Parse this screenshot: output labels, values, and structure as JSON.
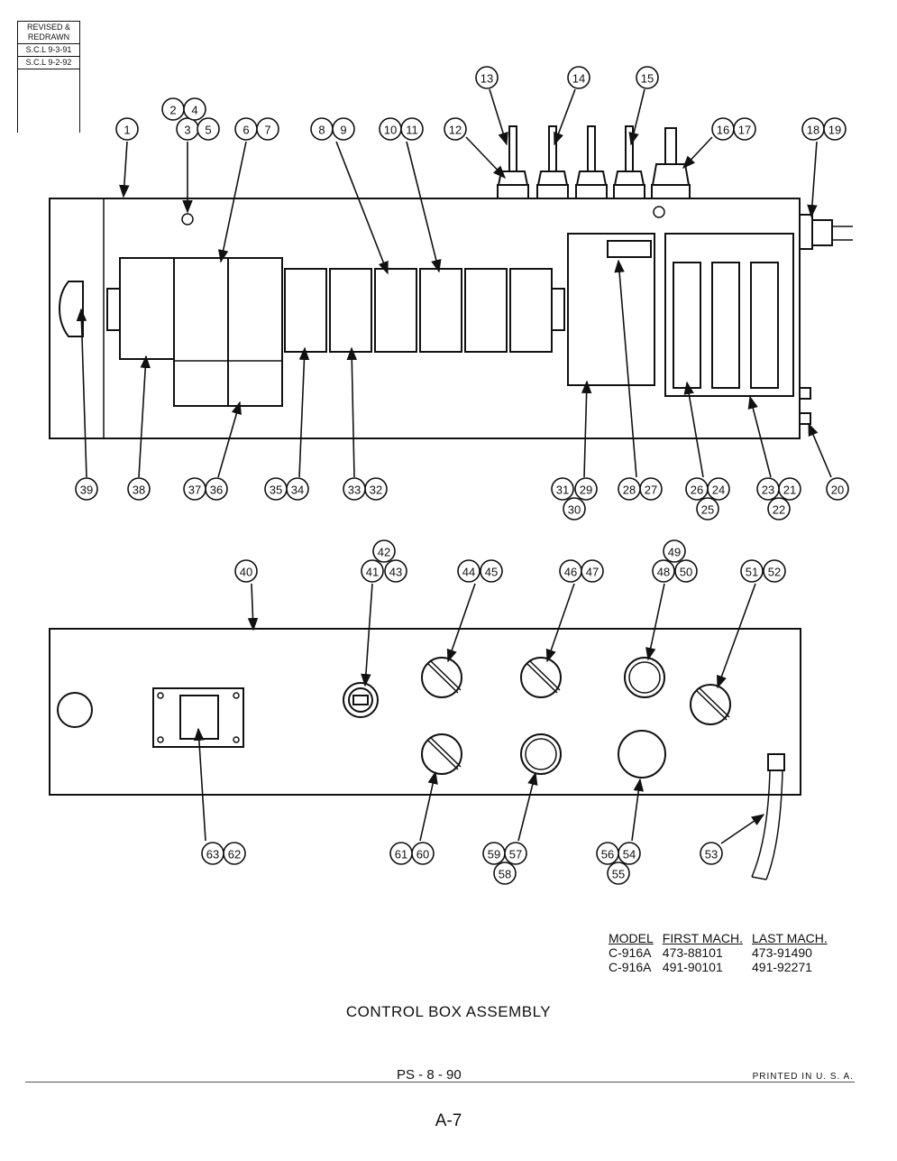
{
  "revision": {
    "heading": "REVISED & REDRAWN",
    "entries": [
      "S.C.L 9-3-91",
      "S.C.L 9-2-92"
    ]
  },
  "callouts": [
    {
      "id": "c1",
      "label": "1"
    },
    {
      "id": "c2",
      "label": "2"
    },
    {
      "id": "c3",
      "label": "3"
    },
    {
      "id": "c4",
      "label": "4"
    },
    {
      "id": "c5",
      "label": "5"
    },
    {
      "id": "c6",
      "label": "6"
    },
    {
      "id": "c7",
      "label": "7"
    },
    {
      "id": "c8",
      "label": "8"
    },
    {
      "id": "c9",
      "label": "9"
    },
    {
      "id": "c10",
      "label": "10"
    },
    {
      "id": "c11",
      "label": "11"
    },
    {
      "id": "c12",
      "label": "12"
    },
    {
      "id": "c13",
      "label": "13"
    },
    {
      "id": "c14",
      "label": "14"
    },
    {
      "id": "c15",
      "label": "15"
    },
    {
      "id": "c16",
      "label": "16"
    },
    {
      "id": "c17",
      "label": "17"
    },
    {
      "id": "c18",
      "label": "18"
    },
    {
      "id": "c19",
      "label": "19"
    },
    {
      "id": "c20",
      "label": "20"
    },
    {
      "id": "c21",
      "label": "21"
    },
    {
      "id": "c22",
      "label": "22"
    },
    {
      "id": "c23",
      "label": "23"
    },
    {
      "id": "c24",
      "label": "24"
    },
    {
      "id": "c25",
      "label": "25"
    },
    {
      "id": "c26",
      "label": "26"
    },
    {
      "id": "c27",
      "label": "27"
    },
    {
      "id": "c28",
      "label": "28"
    },
    {
      "id": "c29",
      "label": "29"
    },
    {
      "id": "c30",
      "label": "30"
    },
    {
      "id": "c31",
      "label": "31"
    },
    {
      "id": "c32",
      "label": "32"
    },
    {
      "id": "c33",
      "label": "33"
    },
    {
      "id": "c34",
      "label": "34"
    },
    {
      "id": "c35",
      "label": "35"
    },
    {
      "id": "c36",
      "label": "36"
    },
    {
      "id": "c37",
      "label": "37"
    },
    {
      "id": "c38",
      "label": "38"
    },
    {
      "id": "c39",
      "label": "39"
    },
    {
      "id": "c40",
      "label": "40"
    },
    {
      "id": "c41",
      "label": "41"
    },
    {
      "id": "c42",
      "label": "42"
    },
    {
      "id": "c43",
      "label": "43"
    },
    {
      "id": "c44",
      "label": "44"
    },
    {
      "id": "c45",
      "label": "45"
    },
    {
      "id": "c46",
      "label": "46"
    },
    {
      "id": "c47",
      "label": "47"
    },
    {
      "id": "c48",
      "label": "48"
    },
    {
      "id": "c49",
      "label": "49"
    },
    {
      "id": "c50",
      "label": "50"
    },
    {
      "id": "c51",
      "label": "51"
    },
    {
      "id": "c52",
      "label": "52"
    },
    {
      "id": "c53",
      "label": "53"
    },
    {
      "id": "c54",
      "label": "54"
    },
    {
      "id": "c55",
      "label": "55"
    },
    {
      "id": "c56",
      "label": "56"
    },
    {
      "id": "c57",
      "label": "57"
    },
    {
      "id": "c58",
      "label": "58"
    },
    {
      "id": "c59",
      "label": "59"
    },
    {
      "id": "c60",
      "label": "60"
    },
    {
      "id": "c61",
      "label": "61"
    },
    {
      "id": "c62",
      "label": "62"
    },
    {
      "id": "c63",
      "label": "63"
    }
  ],
  "model_table": {
    "headers": [
      "MODEL",
      "FIRST MACH.",
      "LAST MACH."
    ],
    "rows": [
      [
        "C-916A",
        "473-88101",
        "473-91490"
      ],
      [
        "C-916A",
        "491-90101",
        "491-92271"
      ]
    ]
  },
  "title": "CONTROL BOX ASSEMBLY",
  "footer": {
    "code": "PS - 8 - 90",
    "printed": "PRINTED IN U. S. A.",
    "page": "A-7"
  }
}
